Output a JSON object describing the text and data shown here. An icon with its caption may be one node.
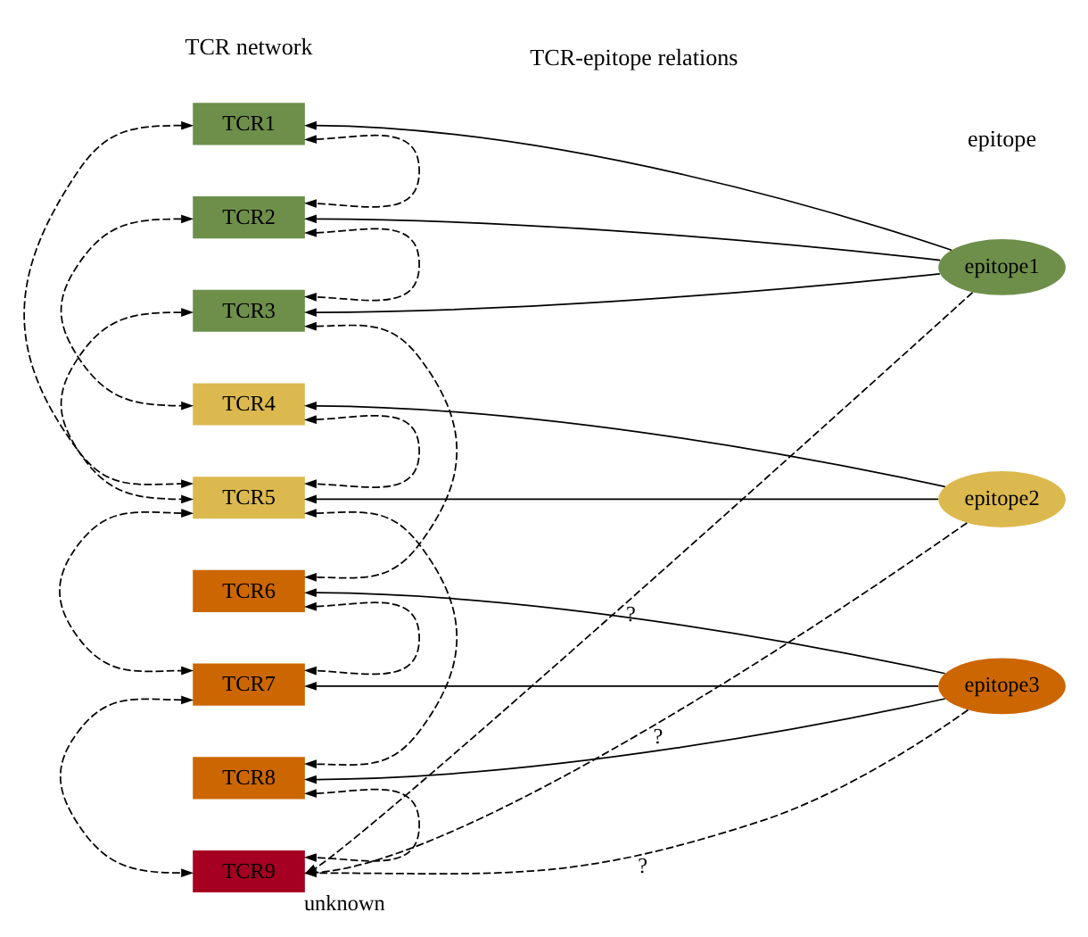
{
  "diagram": {
    "nodes": [
      {
        "text": [
          "TCR1"
        ]
      },
      {
        "text": [
          "TCR2"
        ]
      },
      {
        "text": [
          "TCR3"
        ]
      },
      {
        "text": [
          "TCR4"
        ]
      },
      {
        "text": [
          "TCR5"
        ]
      },
      {
        "text": [
          "TCR6"
        ]
      },
      {
        "text": [
          "TCR7"
        ]
      },
      {
        "text": [
          "TCR8"
        ]
      },
      {
        "text": [
          "TCR9"
        ],
        "beside": [
          "unknown"
        ]
      },
      {
        "text": [
          "epitope1"
        ]
      },
      {
        "text": [
          "epitope2"
        ]
      },
      {
        "text": [
          "epitope3"
        ]
      }
    ],
    "edges": [
      {
        "from": 9,
        "to": 0,
        "arrow": "to"
      },
      {
        "from": 9,
        "to": 1,
        "arrow": "to"
      },
      {
        "from": 9,
        "to": 2,
        "arrow": "to"
      },
      {
        "from": 10,
        "to": 3,
        "arrow": "to"
      },
      {
        "from": 10,
        "to": 4,
        "arrow": "to"
      },
      {
        "from": 11,
        "to": 5,
        "arrow": "to"
      },
      {
        "from": 11,
        "to": 6,
        "arrow": "to"
      },
      {
        "from": 11,
        "to": 7,
        "arrow": "to"
      },
      {
        "from": 9,
        "to": 8,
        "arrow": "to",
        "label": "?",
        "style": "dashed"
      },
      {
        "from": 10,
        "to": 8,
        "arrow": "to",
        "label": "?",
        "style": "dashed"
      },
      {
        "from": 11,
        "to": 8,
        "arrow": "to",
        "label": "?",
        "style": "dashed"
      },
      {
        "from": 0,
        "to": 1,
        "arrow": "both",
        "style": "dashed"
      },
      {
        "from": 1,
        "to": 2,
        "arrow": "both",
        "style": "dashed"
      },
      {
        "from": 2,
        "to": 5,
        "arrow": "both",
        "style": "dashed"
      },
      {
        "from": 3,
        "to": 4,
        "arrow": "both",
        "style": "dashed"
      },
      {
        "from": 4,
        "to": 7,
        "arrow": "both",
        "style": "dashed"
      },
      {
        "from": 5,
        "to": 6,
        "arrow": "both",
        "style": "dashed"
      },
      {
        "from": 7,
        "to": 8,
        "arrow": "both",
        "style": "dashed"
      },
      {
        "from": 0,
        "to": 4,
        "arrow": "both",
        "style": "dashed"
      },
      {
        "from": 1,
        "to": 3,
        "arrow": "both",
        "style": "dashed"
      },
      {
        "from": 2,
        "to": 4,
        "arrow": "both",
        "style": "dashed"
      },
      {
        "from": 4,
        "to": 6,
        "arrow": "both",
        "style": "dashed"
      },
      {
        "from": 6,
        "to": 8,
        "arrow": "both",
        "style": "dashed"
      }
    ],
    "labels": [
      "TCR network",
      "TCR-epitope relations",
      "epitope"
    ]
  }
}
